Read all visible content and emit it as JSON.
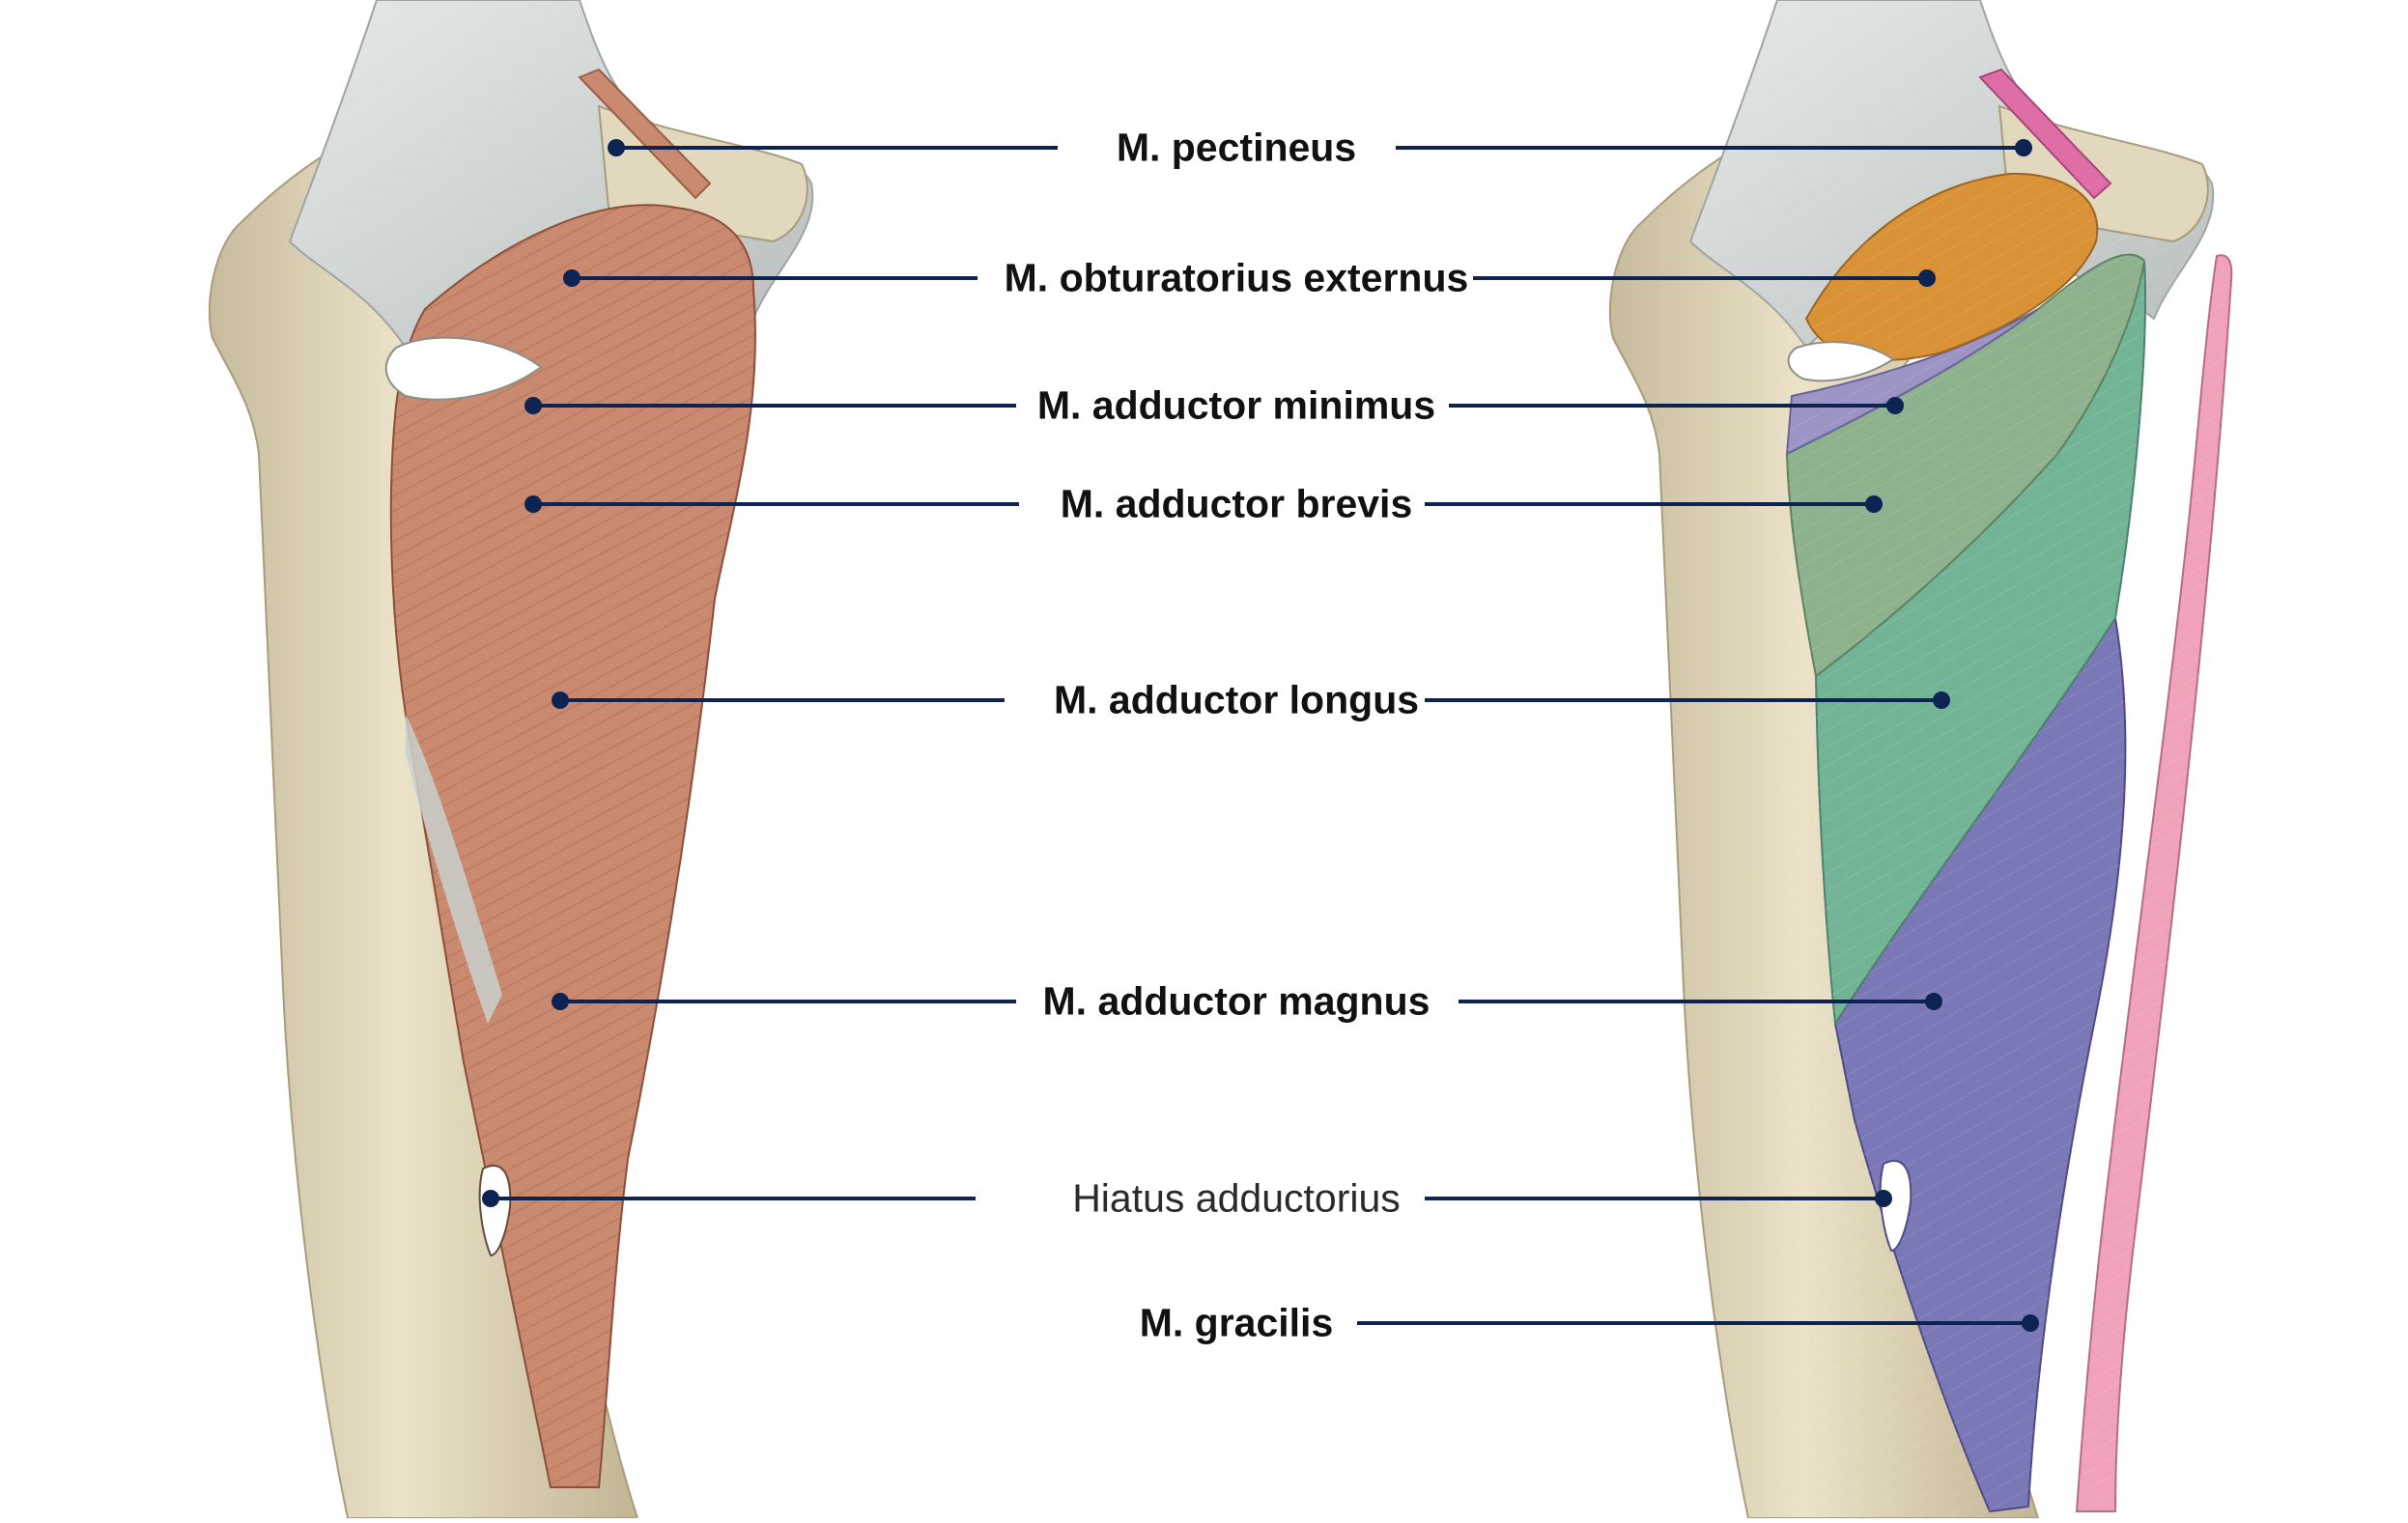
{
  "colors": {
    "leader": "#0d2452",
    "bone": "#ddd2b6",
    "bone_shade": "#b9ad8e",
    "ligament": "#d2d6d4",
    "muscle": "#c98a70",
    "muscle_dark": "#a55f48",
    "pectineus": "#df6ea6",
    "obturatorius": "#d99236",
    "minimus": "#9c94c4",
    "brevis": "#8eb28e",
    "longus": "#74b496",
    "magnus": "#7a78b6",
    "gracilis": "#f1a2bb"
  },
  "labels": [
    {
      "id": "pectineus",
      "text": "M. pectineus",
      "weight": "bold"
    },
    {
      "id": "obturatorius",
      "text": "M. obturatorius externus",
      "weight": "bold"
    },
    {
      "id": "minimus",
      "text": "M. adductor minimus",
      "weight": "bold"
    },
    {
      "id": "brevis",
      "text": "M. adductor brevis",
      "weight": "bold"
    },
    {
      "id": "longus",
      "text": "M. adductor longus",
      "weight": "bold"
    },
    {
      "id": "magnus",
      "text": "M. adductor magnus",
      "weight": "bold"
    },
    {
      "id": "hiatus",
      "text": "Hiatus adductorius",
      "weight": "normal"
    },
    {
      "id": "gracilis",
      "text": "M. gracilis",
      "weight": "bold"
    }
  ]
}
